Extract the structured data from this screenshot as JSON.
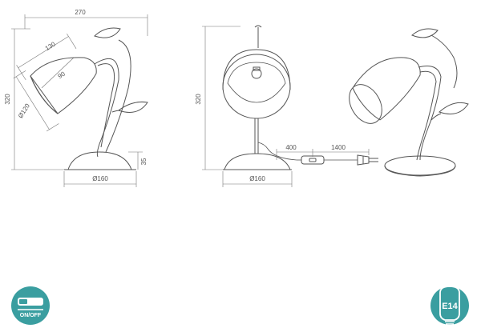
{
  "colors": {
    "line": "#555555",
    "dim_line": "#777777",
    "icon_teal": "#3a9ea0",
    "white": "#ffffff"
  },
  "views": {
    "side": {
      "dim_width": "270",
      "dim_height": "320",
      "dim_shade_length": "130",
      "dim_shade_depth": "90",
      "dim_shade_diameter": "Ø120",
      "dim_base_height": "35",
      "dim_base_diameter": "Ø160"
    },
    "front": {
      "dim_height": "320",
      "dim_base_diameter": "Ø160",
      "dim_cable_switch": "400",
      "dim_cable_total": "1400"
    }
  },
  "icons": {
    "switch_label": "ON/OFF",
    "bulb_label": "E14"
  }
}
